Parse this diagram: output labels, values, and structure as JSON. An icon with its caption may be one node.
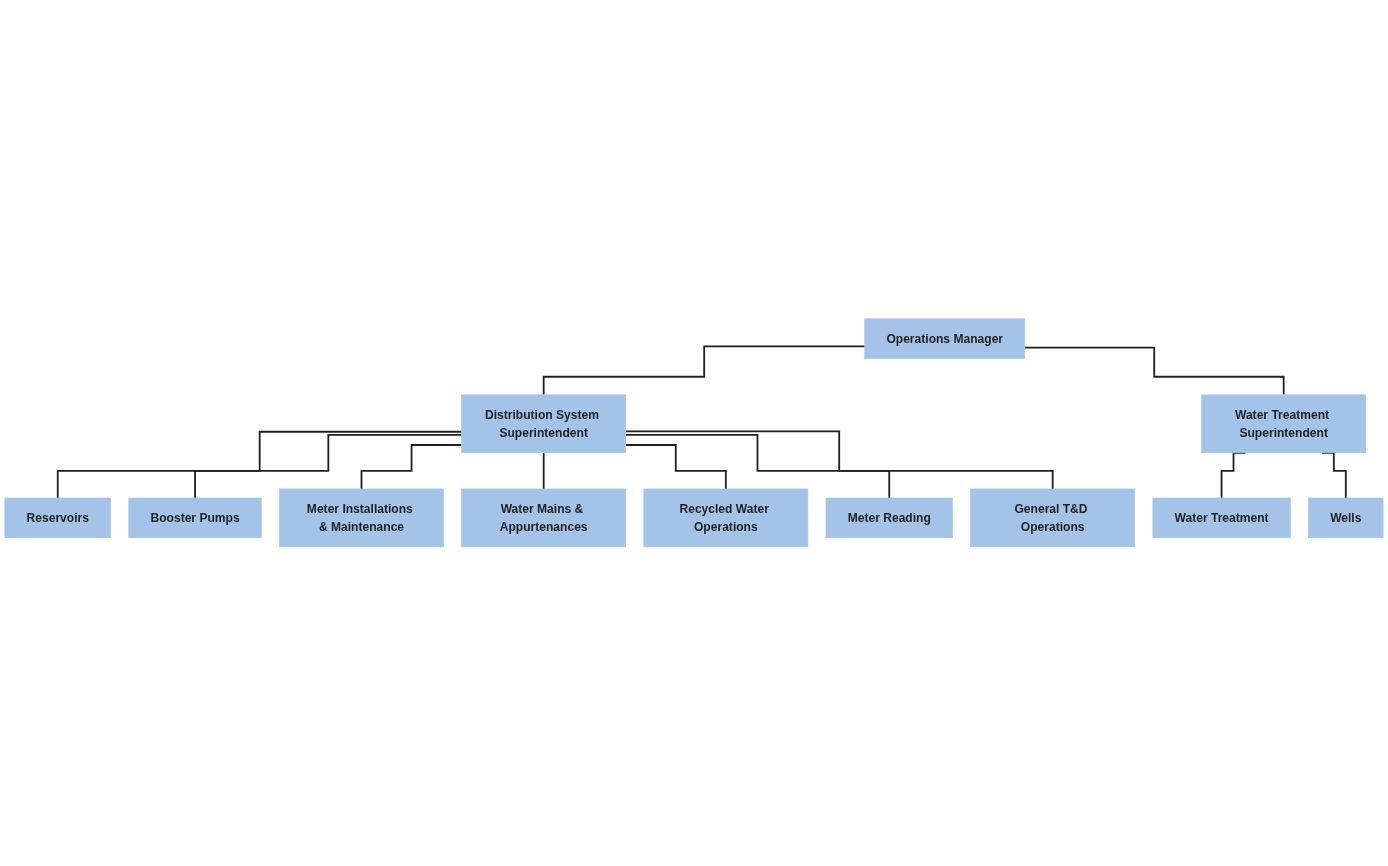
{
  "diagram": {
    "nodes": [
      {
        "text": [
          "Operations Manager"
        ]
      },
      {
        "text": [
          "Distribution System Superintendent"
        ]
      },
      {
        "text": [
          "Water Treatment Superintendent"
        ]
      },
      {
        "text": [
          "Reservoirs"
        ]
      },
      {
        "text": [
          "Booster Pumps"
        ]
      },
      {
        "text": [
          "Meter Installations & Maintenance"
        ]
      },
      {
        "text": [
          "Water Mains & Appurtenances"
        ]
      },
      {
        "text": [
          "Recycled Water Operations"
        ]
      },
      {
        "text": [
          "Meter Reading"
        ]
      },
      {
        "text": [
          "General T&D Operations"
        ]
      },
      {
        "text": [
          "Water Treatment"
        ]
      },
      {
        "text": [
          "Wells"
        ]
      }
    ],
    "edges": [
      {
        "from": 0,
        "to": 1,
        "arrow": "none"
      },
      {
        "from": 0,
        "to": 2,
        "arrow": "none"
      },
      {
        "from": 1,
        "to": 3,
        "arrow": "none"
      },
      {
        "from": 1,
        "to": 4,
        "arrow": "none"
      },
      {
        "from": 1,
        "to": 5,
        "arrow": "none"
      },
      {
        "from": 1,
        "to": 6,
        "arrow": "none"
      },
      {
        "from": 1,
        "to": 7,
        "arrow": "none"
      },
      {
        "from": 1,
        "to": 8,
        "arrow": "none"
      },
      {
        "from": 1,
        "to": 9,
        "arrow": "none"
      },
      {
        "from": 2,
        "to": 10,
        "arrow": "none"
      },
      {
        "from": 2,
        "to": 11,
        "arrow": "none"
      }
    ]
  }
}
